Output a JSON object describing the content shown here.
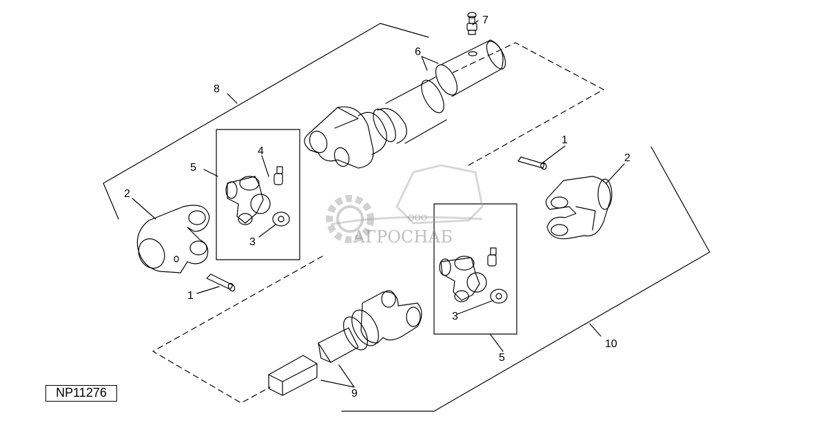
{
  "figure_code": "NP11276",
  "callouts": {
    "c1_left": "1",
    "c1_right": "1",
    "c2_left": "2",
    "c2_right": "2",
    "c3_left": "3",
    "c3_right": "3",
    "c4": "4",
    "c5_left": "5",
    "c5_right": "5",
    "c6": "6",
    "c7": "7",
    "c8": "8",
    "c9": "9",
    "c10": "10"
  },
  "watermark": {
    "brand": "АГРОСНАБ",
    "prefix": "ООО"
  },
  "colors": {
    "line": "#000000",
    "watermark": "#8a8a8a"
  }
}
